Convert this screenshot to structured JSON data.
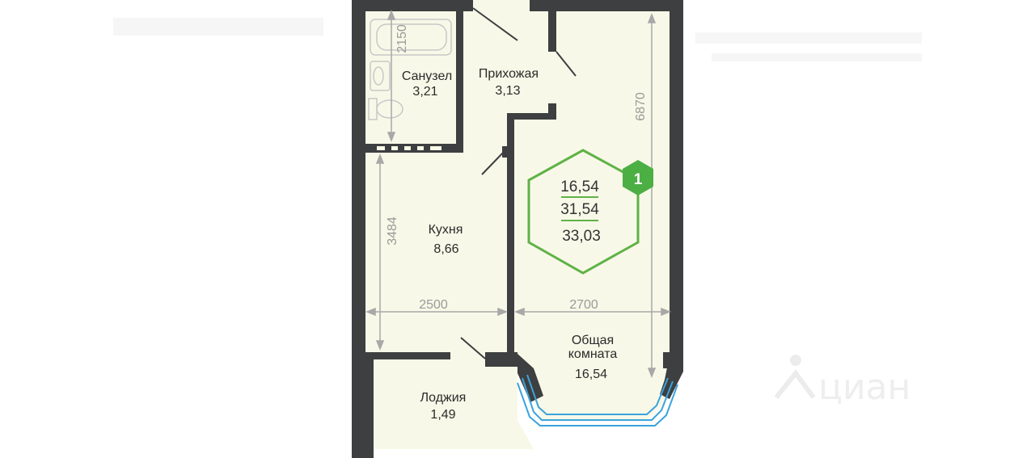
{
  "colors": {
    "floor": "#f8f8e8",
    "wall": "#3d3f40",
    "dimension_line": "#a8a8a8",
    "badge_outline": "#5fb246",
    "badge_fill": "#4caf44",
    "window": "#3aa3dc",
    "watermark": "#ededed"
  },
  "rooms": {
    "bathroom": {
      "name": "Санузел",
      "area": "3,21"
    },
    "hallway": {
      "name": "Прихожая",
      "area": "3,13"
    },
    "kitchen": {
      "name": "Кухня",
      "area": "8,66"
    },
    "living": {
      "name_line1": "Общая",
      "name_line2": "комната",
      "area": "16,54"
    },
    "loggia": {
      "name": "Лоджия",
      "area": "1,49"
    }
  },
  "dimensions": {
    "bath_height": "2150",
    "room_height": "6870",
    "kitchen_height": "3484",
    "kitchen_width": "2500",
    "room_width": "2700"
  },
  "summary_badge": {
    "rooms_count": "1",
    "living_area": "16,54",
    "total_area": "31,54",
    "total_with_loggia": "33,03"
  },
  "watermark": {
    "icon": "cian-logo-icon",
    "text": "циан"
  }
}
